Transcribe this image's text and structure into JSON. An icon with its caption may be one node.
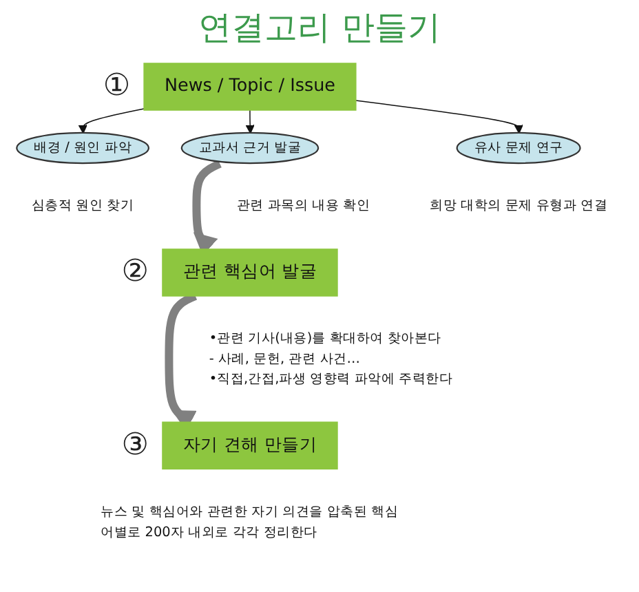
{
  "diagram": {
    "title": "연결고리 만들기",
    "nodes": [
      {
        "text": [
          "News / Topic / Issue"
        ],
        "beside": [
          "①"
        ]
      },
      {
        "text": [
          "배경 / 원인 파악"
        ],
        "beside": [
          "심층적 원인 찾기"
        ]
      },
      {
        "text": [
          "교과서 근거 발굴"
        ],
        "beside": [
          "관련 과목의 내용 확인"
        ]
      },
      {
        "text": [
          "유사 문제 연구"
        ],
        "beside": [
          "희망 대학의 문제 유형과 연결"
        ]
      },
      {
        "text": [
          "관련 핵심어 발굴"
        ],
        "beside": [
          "②",
          "•관련 기사(내용)를 확대하여 찾아본다",
          "- 사례, 문헌, 관련 사건…",
          "•직접,간접,파생 영향력 파악에 주력한다"
        ]
      },
      {
        "text": [
          "자기 견해 만들기"
        ],
        "beside": [
          "③",
          "뉴스 및 핵심어와 관련한 자기 의견을 압축된 핵심어별로 200자 내외로 각각 정리한다"
        ]
      }
    ],
    "edges": [
      {
        "from": 0,
        "to": 1,
        "arrow": "to"
      },
      {
        "from": 0,
        "to": 2,
        "arrow": "to"
      },
      {
        "from": 0,
        "to": 3,
        "arrow": "to"
      },
      {
        "from": 2,
        "to": 4,
        "arrow": "to",
        "style": "thick",
        "color": "#808080"
      },
      {
        "from": 4,
        "to": 5,
        "arrow": "to",
        "style": "thick",
        "color": "#808080"
      }
    ]
  }
}
